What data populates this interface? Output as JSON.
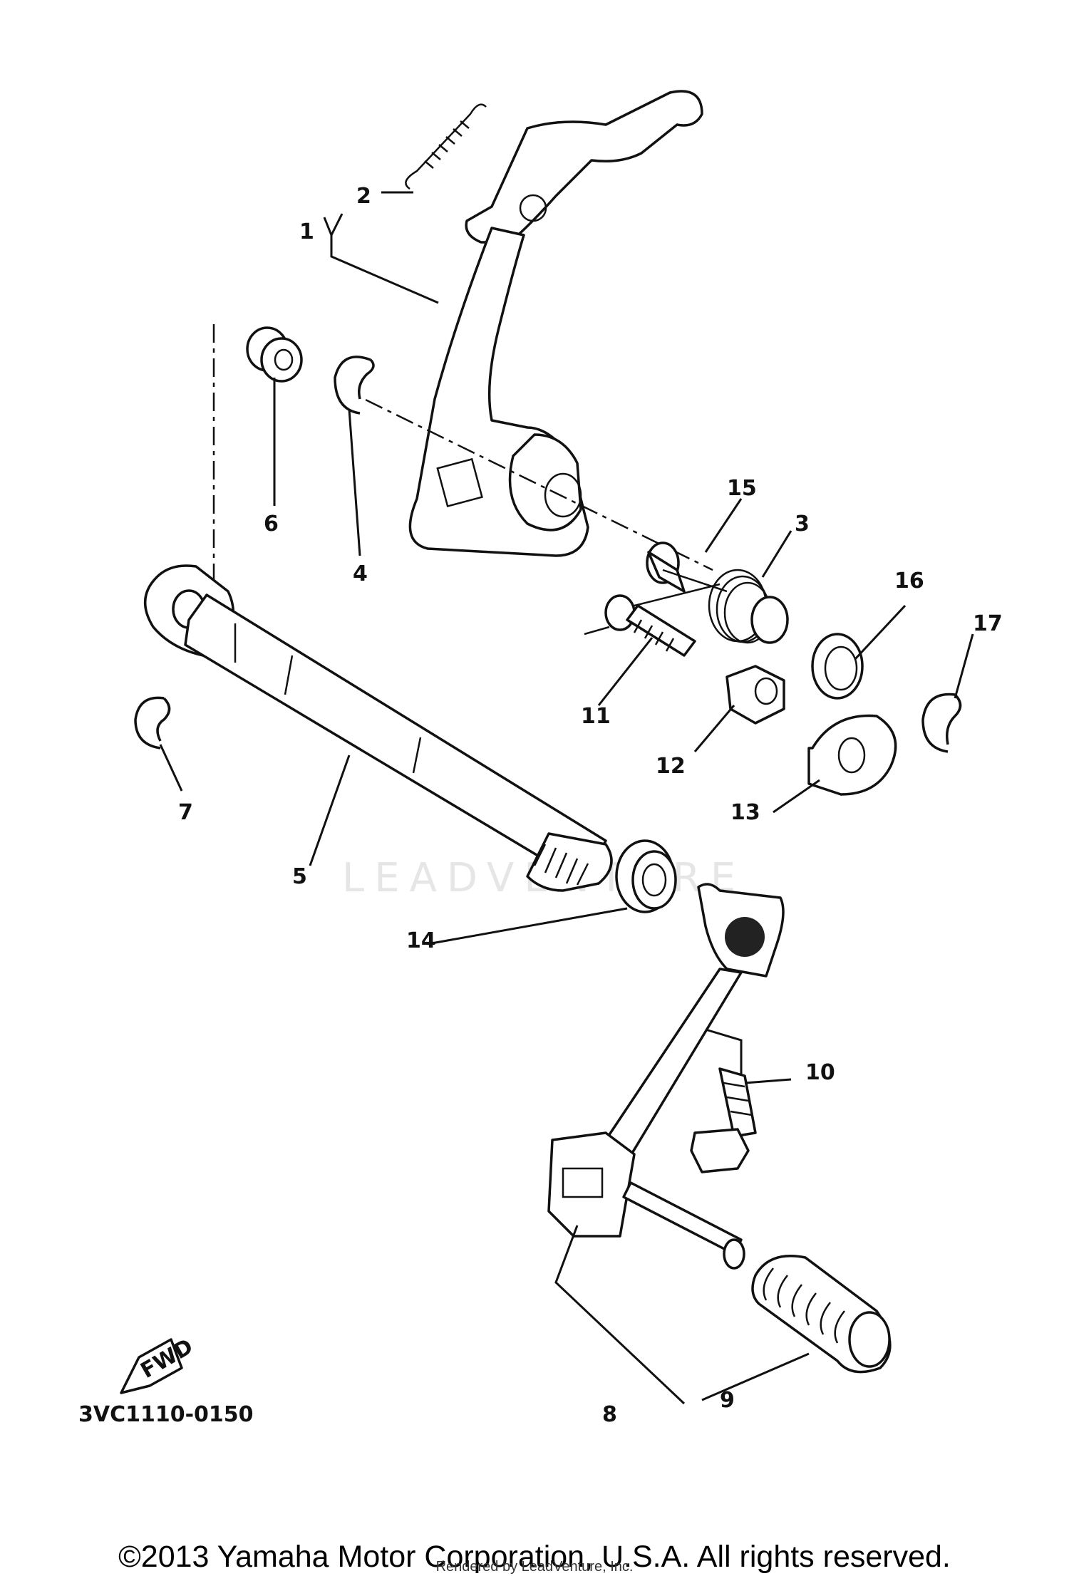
{
  "callouts": [
    "1",
    "2",
    "3",
    "4",
    "5",
    "6",
    "7",
    "8",
    "9",
    "10",
    "11",
    "12",
    "13",
    "14",
    "15",
    "16",
    "17"
  ],
  "figure_code": "3VC1110-0150",
  "fwd_label": "FWD",
  "watermark": "LEADVENTURE",
  "copyright": "©2013 Yamaha Motor Corporation, U.S.A. All rights reserved.",
  "rendered_by": "Rendered by LeadVenture, Inc."
}
